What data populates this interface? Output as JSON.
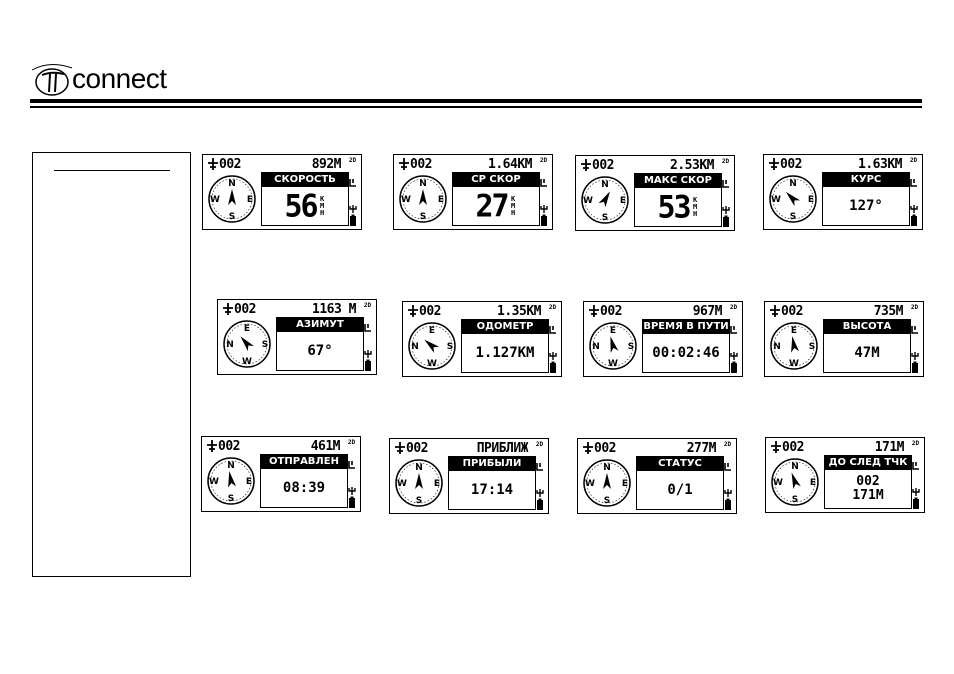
{
  "brand": {
    "logo_text": "connect"
  },
  "screens": [
    {
      "waypoint": "002",
      "distance": "892M",
      "mode": "2D",
      "header": "СКОРОСТЬ",
      "value": "56",
      "unit": [
        "К",
        "М",
        "Н"
      ],
      "big": true,
      "compass": [
        "N",
        "E",
        "S",
        "W"
      ]
    },
    {
      "waypoint": "002",
      "distance": "1.64КМ",
      "mode": "2D",
      "header": "СР СКОР",
      "value": "27",
      "unit": [
        "К",
        "М",
        "Н"
      ],
      "big": true,
      "compass": [
        "N",
        "E",
        "S",
        "W"
      ]
    },
    {
      "waypoint": "002",
      "distance": "2.53КМ",
      "mode": "2D",
      "header": "МАКС СКОР",
      "value": "53",
      "unit": [
        "К",
        "М",
        "Н"
      ],
      "big": true,
      "compass": [
        "N",
        "E",
        "S",
        "W"
      ]
    },
    {
      "waypoint": "002",
      "distance": "1.63КМ",
      "mode": "2D",
      "header": "КУРС",
      "value": "127°",
      "big": false,
      "compass": [
        "N",
        "E",
        "S",
        "W"
      ]
    },
    {
      "waypoint": "002",
      "distance": "1163 М",
      "mode": "2D",
      "header": "АЗИМУТ",
      "value": "67°",
      "big": false,
      "compass": [
        "E",
        "S",
        "W",
        "N"
      ]
    },
    {
      "waypoint": "002",
      "distance": "1.35КМ",
      "mode": "2D",
      "header": "ОДОМЕТР",
      "value": "1.127КМ",
      "big": false,
      "compass": [
        "E",
        "S",
        "W",
        "N"
      ]
    },
    {
      "waypoint": "002",
      "distance": "967М",
      "mode": "2D",
      "header": "ВРЕМЯ В ПУТИ",
      "value": "00:02:46",
      "big": false,
      "compass": [
        "E",
        "S",
        "W",
        "N"
      ]
    },
    {
      "waypoint": "002",
      "distance": "735М",
      "mode": "2D",
      "header": "ВЫСОТА",
      "value": "47М",
      "big": false,
      "compass": [
        "E",
        "S",
        "W",
        "N"
      ]
    },
    {
      "waypoint": "002",
      "distance": "461М",
      "mode": "2D",
      "header": "ОТПРАВЛЕН",
      "value": "08:39",
      "big": false,
      "compass": [
        "N",
        "E",
        "S",
        "W"
      ]
    },
    {
      "waypoint": "002",
      "distance": "ПРИБЛИЖ",
      "mode": "2D",
      "header": "ПРИБЫЛИ",
      "value": "17:14",
      "big": false,
      "compass": [
        "N",
        "E",
        "S",
        "W"
      ]
    },
    {
      "waypoint": "002",
      "distance": "277М",
      "mode": "2D",
      "header": "СТАТУС",
      "value": "0/1",
      "big": false,
      "compass": [
        "N",
        "E",
        "S",
        "W"
      ]
    },
    {
      "waypoint": "002",
      "distance": "171М",
      "mode": "2D",
      "header": "ДО СЛЕД ТЧК",
      "value": "002",
      "value2": "171М",
      "big": false,
      "compass": [
        "N",
        "E",
        "S",
        "W"
      ]
    }
  ]
}
